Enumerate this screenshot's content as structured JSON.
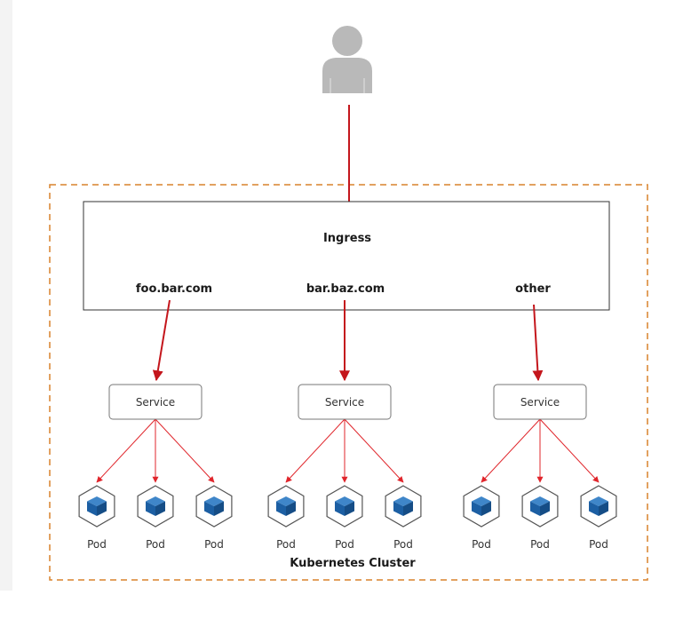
{
  "ingress": {
    "title": "Ingress",
    "rules": [
      {
        "host": "foo.bar.com"
      },
      {
        "host": "bar.baz.com"
      },
      {
        "host": "other"
      }
    ]
  },
  "services": [
    {
      "label": "Service",
      "pods": [
        "Pod",
        "Pod",
        "Pod"
      ]
    },
    {
      "label": "Service",
      "pods": [
        "Pod",
        "Pod",
        "Pod"
      ]
    },
    {
      "label": "Service",
      "pods": [
        "Pod",
        "Pod",
        "Pod"
      ]
    }
  ],
  "cluster_label": "Kubernetes Cluster",
  "colors": {
    "arrow_primary": "#c4161c",
    "arrow_secondary": "#e0252b",
    "cluster_border": "#d9822b",
    "pod_blue": "#1c5fa3",
    "user_gray": "#b9b9b9"
  },
  "icons": {
    "user": "user-icon",
    "pod": "cube-icon"
  }
}
